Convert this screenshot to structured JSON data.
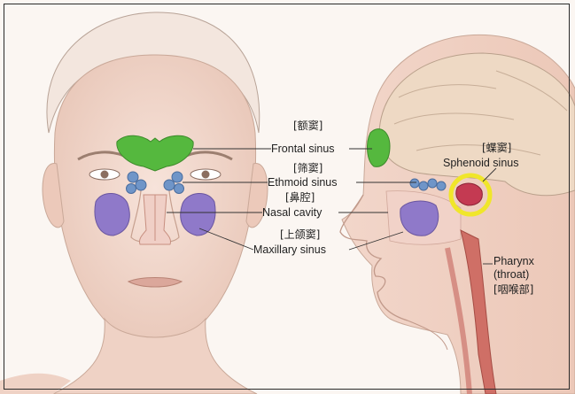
{
  "colors": {
    "skin": "#f2d9cf",
    "skin_shadow": "#e4bfae",
    "frontal_sinus": "#55b83e",
    "ethmoid_sinus": "#6f95c8",
    "maxillary_sinus": "#8f79c9",
    "sphenoid_sinus": "#c43a52",
    "highlight_ring": "#f0e62a",
    "brain": "#eed9c4",
    "throat": "#cf6f66"
  },
  "labels": {
    "frontal": {
      "cn": "[额窦]",
      "en": "Frontal sinus"
    },
    "ethmoid": {
      "cn": "[筛窦]",
      "en": "Ethmoid sinus"
    },
    "nasal": {
      "cn": "[鼻腔]",
      "en": "Nasal cavity"
    },
    "maxillary": {
      "cn": "[上颌窦]",
      "en": "Maxillary sinus"
    },
    "sphenoid": {
      "cn": "[蝶窦]",
      "en": "Sphenoid sinus"
    },
    "pharynx": {
      "en1": "Pharynx",
      "en2": "(throat)",
      "cn": "[咽喉部]"
    }
  }
}
